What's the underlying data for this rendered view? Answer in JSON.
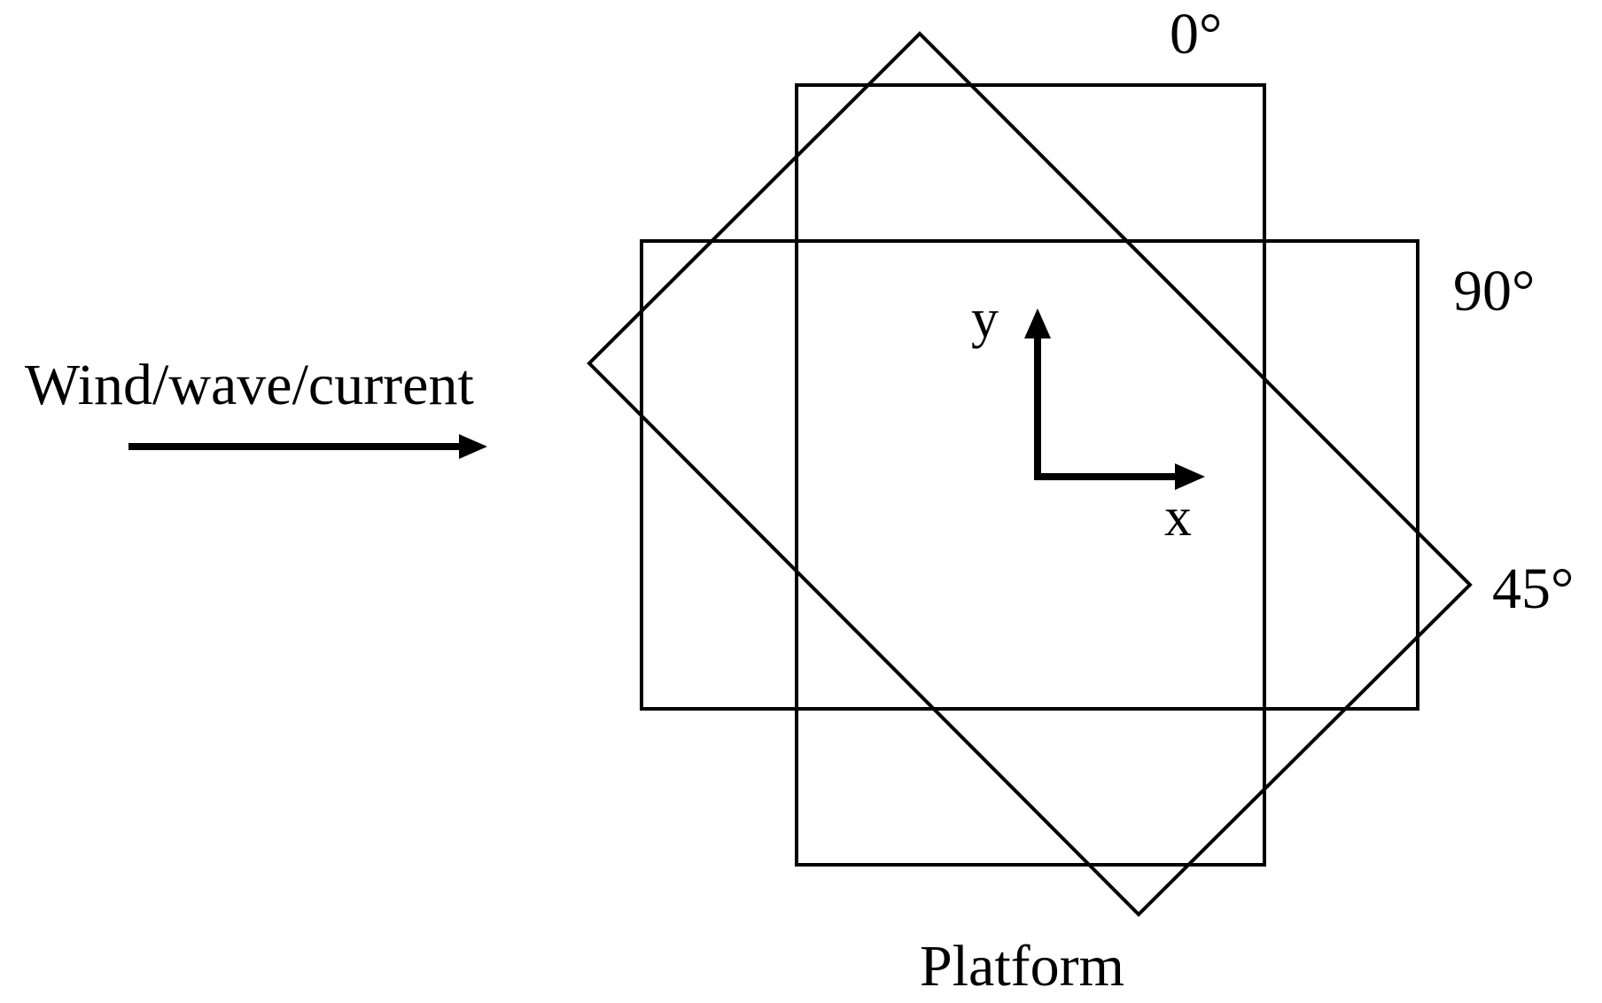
{
  "labels": {
    "flow": "Wind/wave/current",
    "angle_0": "0°",
    "angle_90": "90°",
    "angle_45": "45°",
    "platform": "Platform",
    "axis_x": "x",
    "axis_y": "y"
  },
  "colors": {
    "stroke": "#000000",
    "background": "#ffffff"
  }
}
